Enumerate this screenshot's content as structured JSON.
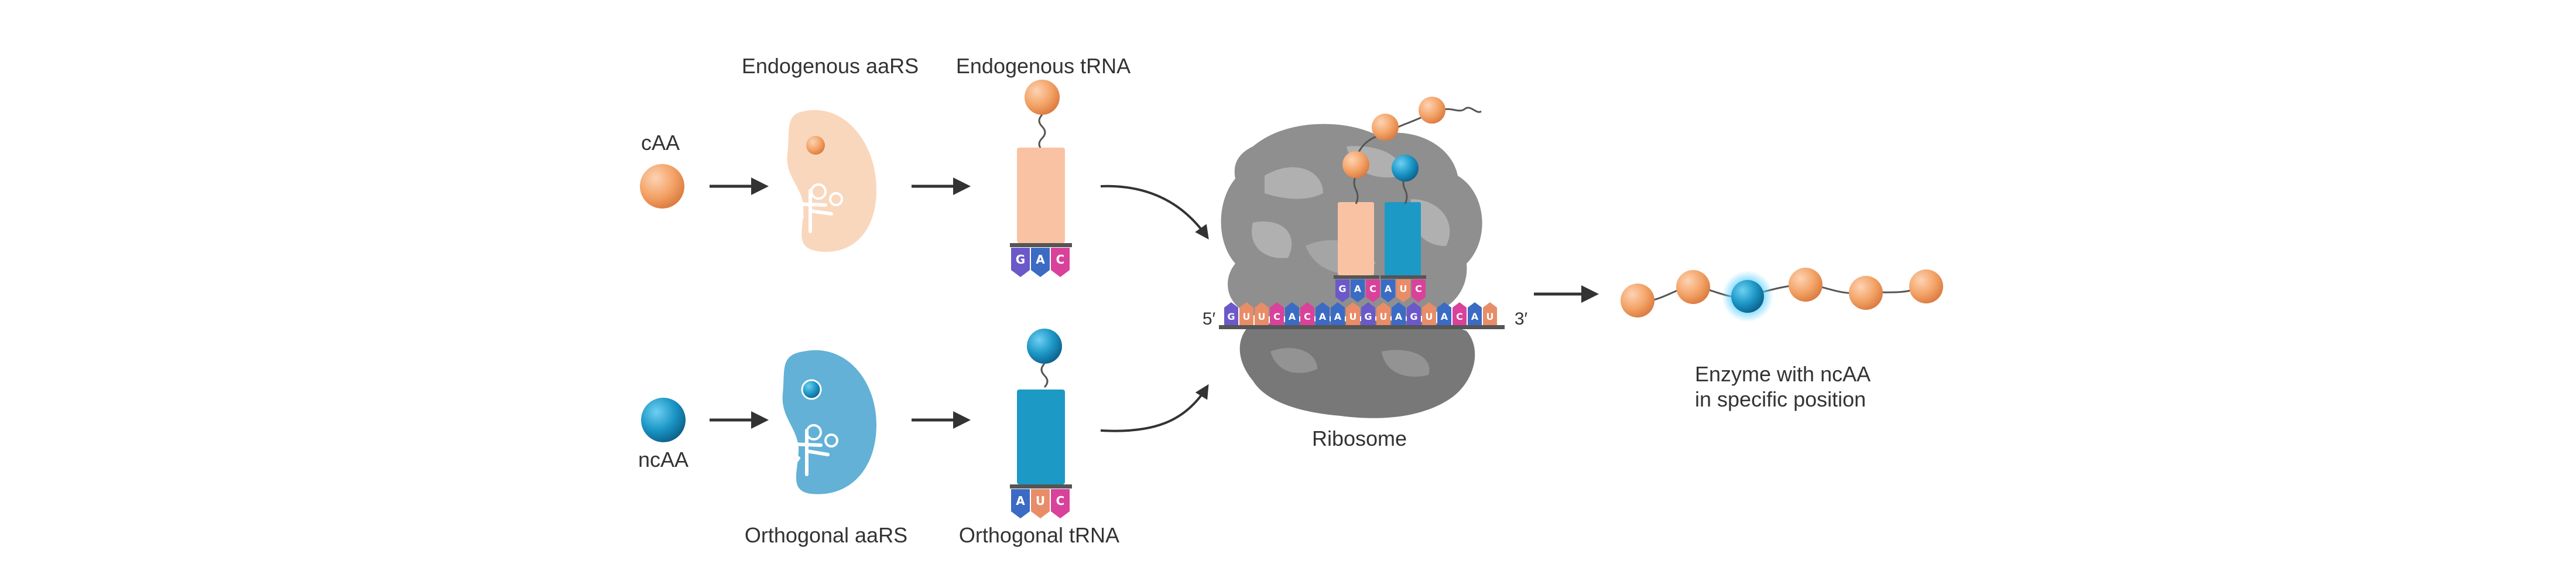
{
  "labels": {
    "endogenous_aars": "Endogenous aaRS",
    "endogenous_trna": "Endogenous tRNA",
    "orthogonal_aars": "Orthogonal aaRS",
    "orthogonal_trna": "Orthogonal tRNA",
    "caa": "cAA",
    "ncaa": "ncAA",
    "ribosome": "Ribosome",
    "five_prime": "5′",
    "three_prime": "3′",
    "enzyme_line1": "Enzyme with ncAA",
    "enzyme_line2": "in specific position"
  },
  "anticodons": {
    "endogenous": [
      "G",
      "A",
      "C"
    ],
    "orthogonal": [
      "A",
      "U",
      "C"
    ],
    "ribosome_site": [
      "G",
      "A",
      "C",
      "A",
      "U",
      "C"
    ]
  },
  "mrna": [
    "G",
    "U",
    "U",
    "C",
    "A",
    "C",
    "A",
    "A",
    "U",
    "G",
    "U",
    "A",
    "G",
    "U",
    "A",
    "C",
    "A",
    "U"
  ],
  "colors": {
    "caa": "#f4a468",
    "ncaa": "#1b96c6",
    "endogenous_trna": "#f9c3a3",
    "orthogonal_trna": "#1d99c6",
    "endogenous_aars": "#f9d7bd",
    "orthogonal_aars": "#63b1d6",
    "ribosome": "#8d8d8d",
    "arrow": "#333333",
    "base_G": "#6b59c9",
    "base_A": "#3b6bc4",
    "base_C": "#d9429a",
    "base_U": "#e88d68"
  }
}
